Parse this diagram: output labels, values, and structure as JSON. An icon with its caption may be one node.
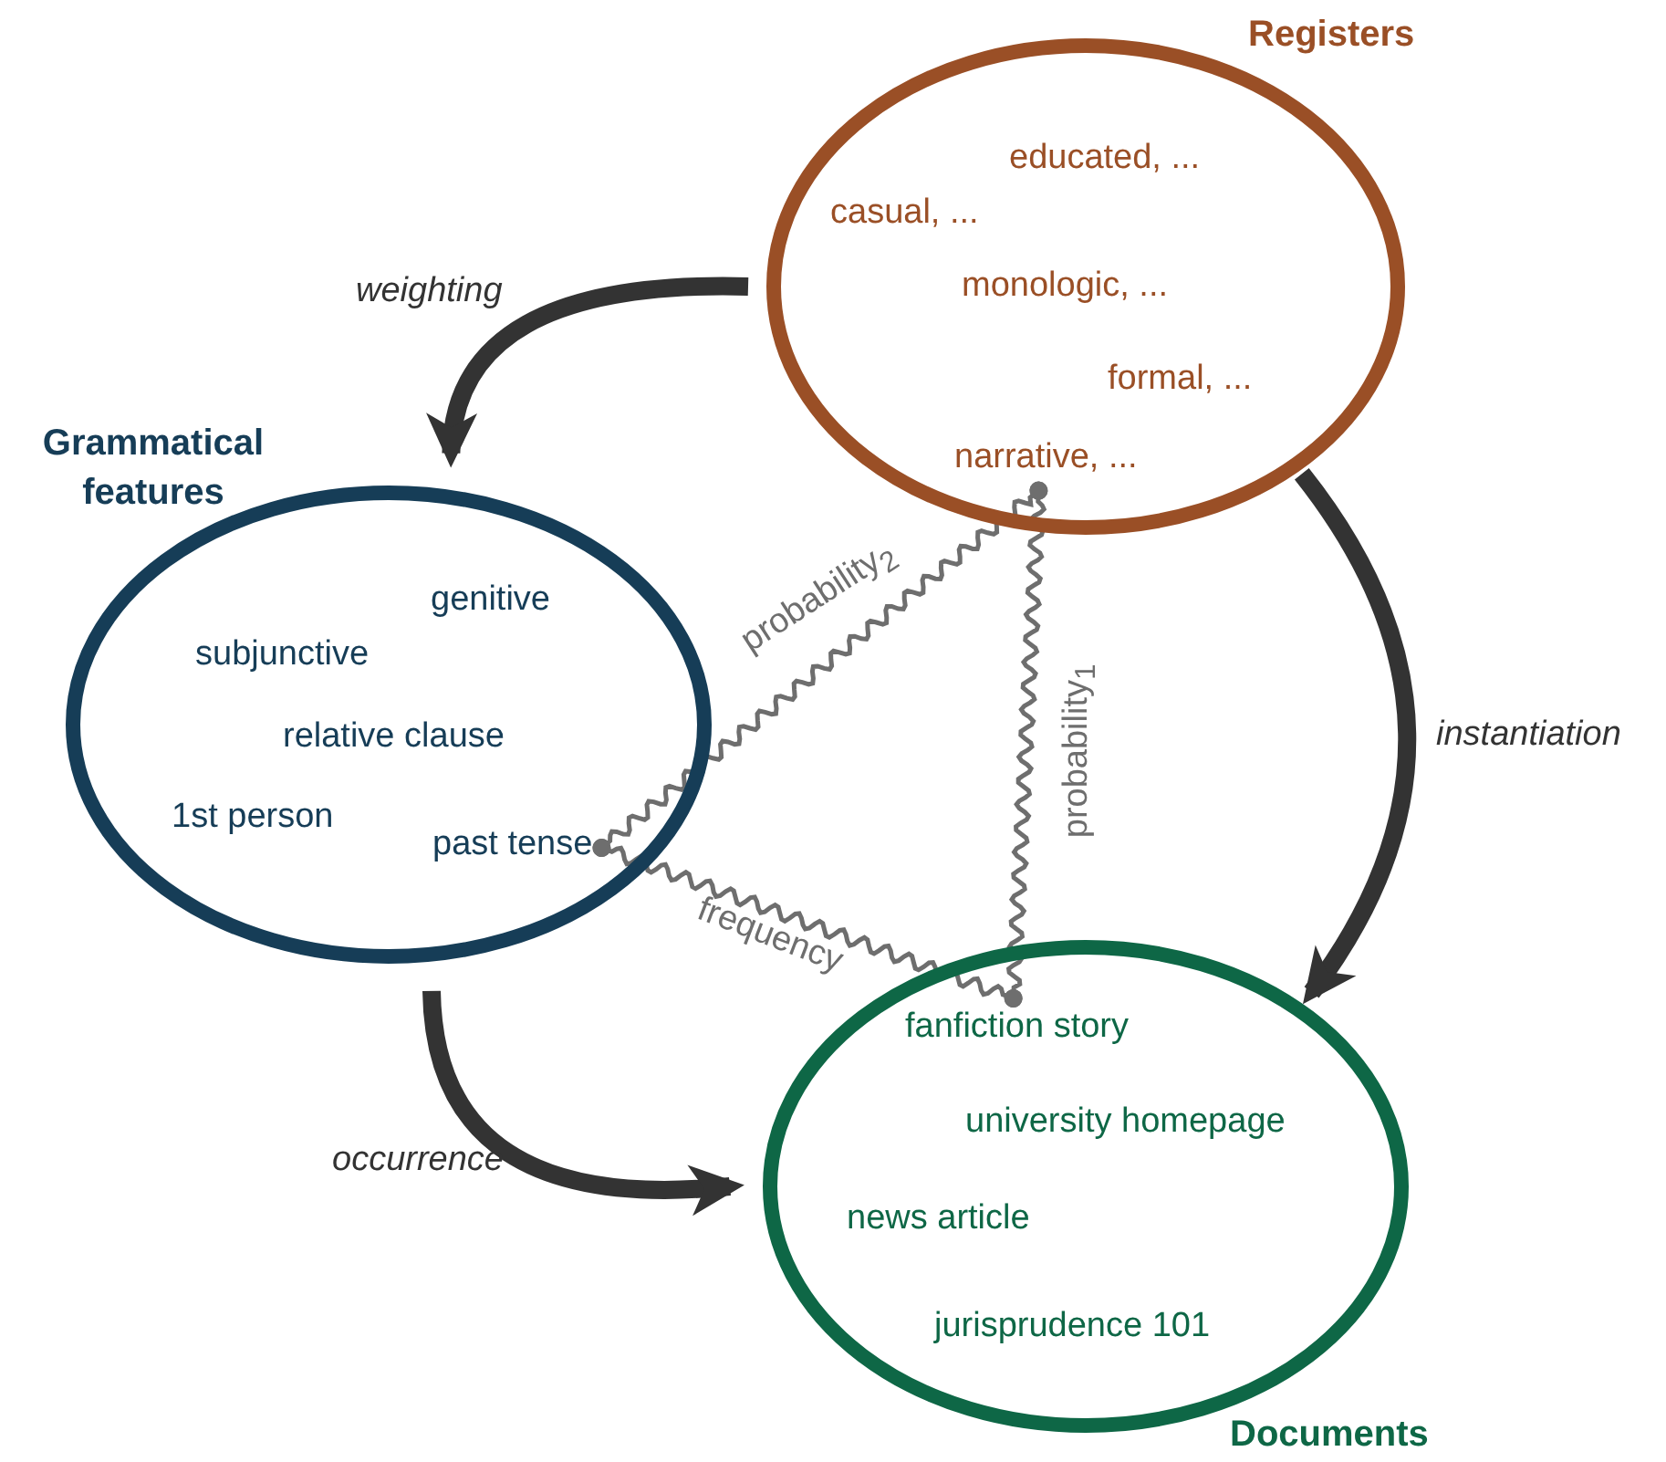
{
  "diagram": {
    "nodes": [
      {
        "text": [
          "Registers"
        ]
      },
      {
        "text": [
          "educated, ..."
        ],
        "in": 0
      },
      {
        "text": [
          "casual, ..."
        ],
        "in": 0
      },
      {
        "text": [
          "monologic, ..."
        ],
        "in": 0
      },
      {
        "text": [
          "formal, ..."
        ],
        "in": 0
      },
      {
        "text": [
          "narrative, ..."
        ],
        "in": 0
      },
      {
        "text": [
          "Grammatical features"
        ]
      },
      {
        "text": [
          "genitive"
        ],
        "in": 6
      },
      {
        "text": [
          "subjunctive"
        ],
        "in": 6
      },
      {
        "text": [
          "relative clause"
        ],
        "in": 6
      },
      {
        "text": [
          "1st person"
        ],
        "in": 6
      },
      {
        "text": [
          "past tense"
        ],
        "in": 6
      },
      {
        "text": [
          "Documents"
        ]
      },
      {
        "text": [
          "fanfiction story"
        ],
        "in": 12
      },
      {
        "text": [
          "university homepage"
        ],
        "in": 12
      },
      {
        "text": [
          "news article"
        ],
        "in": 12
      },
      {
        "text": [
          "jurisprudence 101"
        ],
        "in": 12
      }
    ],
    "edges": [
      {
        "from": 0,
        "to": 6,
        "arrow": "to",
        "label": "weighting",
        "style": "thick"
      },
      {
        "from": 0,
        "to": 12,
        "arrow": "to",
        "label": "instantiation",
        "style": "thick"
      },
      {
        "from": 6,
        "to": 12,
        "arrow": "to",
        "label": "occurrence",
        "style": "thick"
      },
      {
        "from": 11,
        "to": 5,
        "arrow": "other",
        "label": "probability$_{2}$",
        "color": "#6e6e6e"
      },
      {
        "from": 5,
        "to": 13,
        "arrow": "other",
        "label": "probability$_{1}$",
        "color": "#6e6e6e"
      },
      {
        "from": 11,
        "to": 13,
        "arrow": "other",
        "label": "frequency",
        "color": "#6e6e6e"
      }
    ]
  }
}
